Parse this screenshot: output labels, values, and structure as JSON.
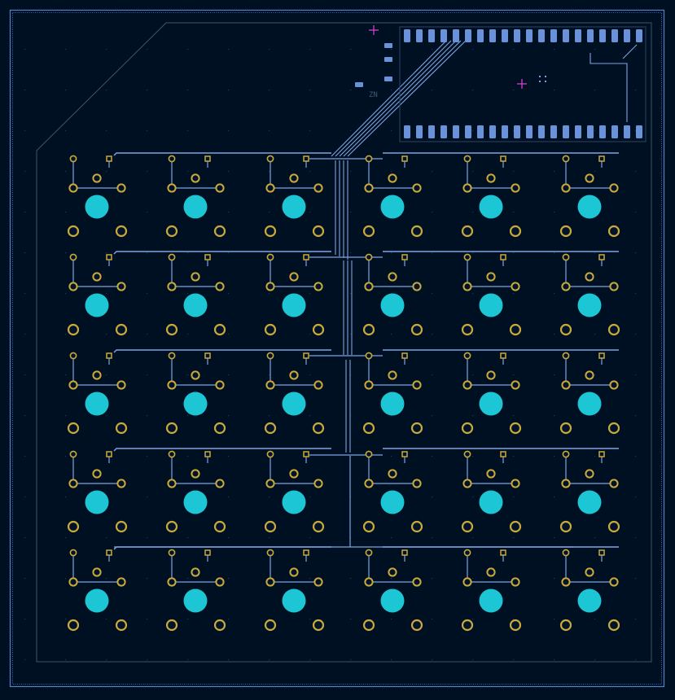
{
  "app": {
    "view": "pcb-layout",
    "background_color": "#001023"
  },
  "colors": {
    "board_edge": "#5a7fc8",
    "board_outline": "#3e5668",
    "trace": "#7ea4e0",
    "pad_ring": "#c9a93a",
    "pad_hole": "#00132b",
    "switch_hole": "#1cc6d4",
    "diode_pad": "#c8b26a",
    "mcu_pad": "#6a92d8",
    "mcu_outline": "#2c4566",
    "marker": "#d040c8",
    "silk_text": "#3c5a74",
    "grid_dot": "#1a3658"
  },
  "layout": {
    "rows": 5,
    "cols": 6,
    "key_cols": [
      1,
      2,
      3,
      4,
      5,
      6
    ],
    "key_rows": [
      1,
      2,
      3,
      4,
      5
    ]
  },
  "labels": {
    "mcu_ref": "ZN"
  },
  "icons": {
    "origin_marker": "crosshair",
    "anchor_marker": "crosshair"
  }
}
